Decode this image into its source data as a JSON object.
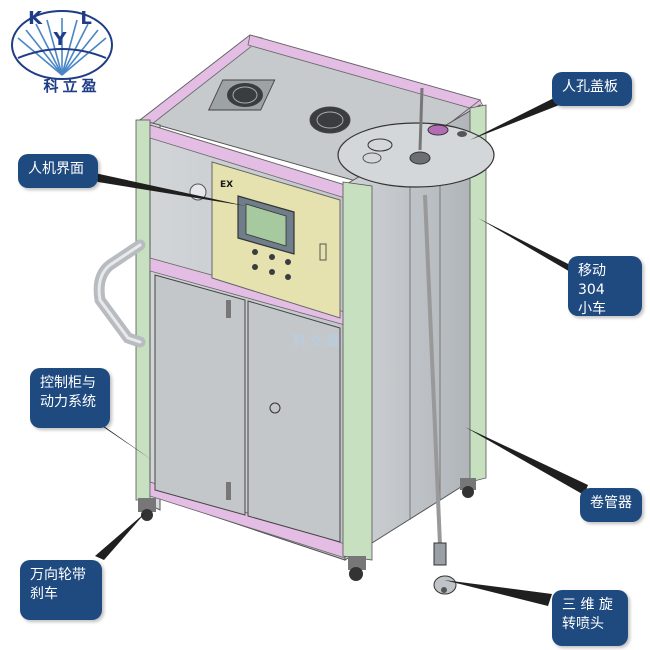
{
  "logo": {
    "letters": "K L Y",
    "name": "科立盈"
  },
  "watermark": {
    "name": "科立盈"
  },
  "panel_badge": "EX",
  "callouts": [
    {
      "id": "manhole",
      "text": "人孔盖板"
    },
    {
      "id": "hmi",
      "text": "人机界面"
    },
    {
      "id": "cart",
      "text": "移动 304\n小车"
    },
    {
      "id": "control",
      "text": "控制柜与\n动力系统"
    },
    {
      "id": "reel",
      "text": "卷管器"
    },
    {
      "id": "caster",
      "text": "万向轮带\n刹车"
    },
    {
      "id": "nozzle",
      "text": "三 维 旋\n转喷头"
    }
  ],
  "colors": {
    "callout_bg": "#1f4a80",
    "frame_pink": "#e3bde3",
    "frame_green": "#c6e0c0",
    "panel_gray": "#bfc3c7",
    "control_panel": "#e5e2b0"
  }
}
